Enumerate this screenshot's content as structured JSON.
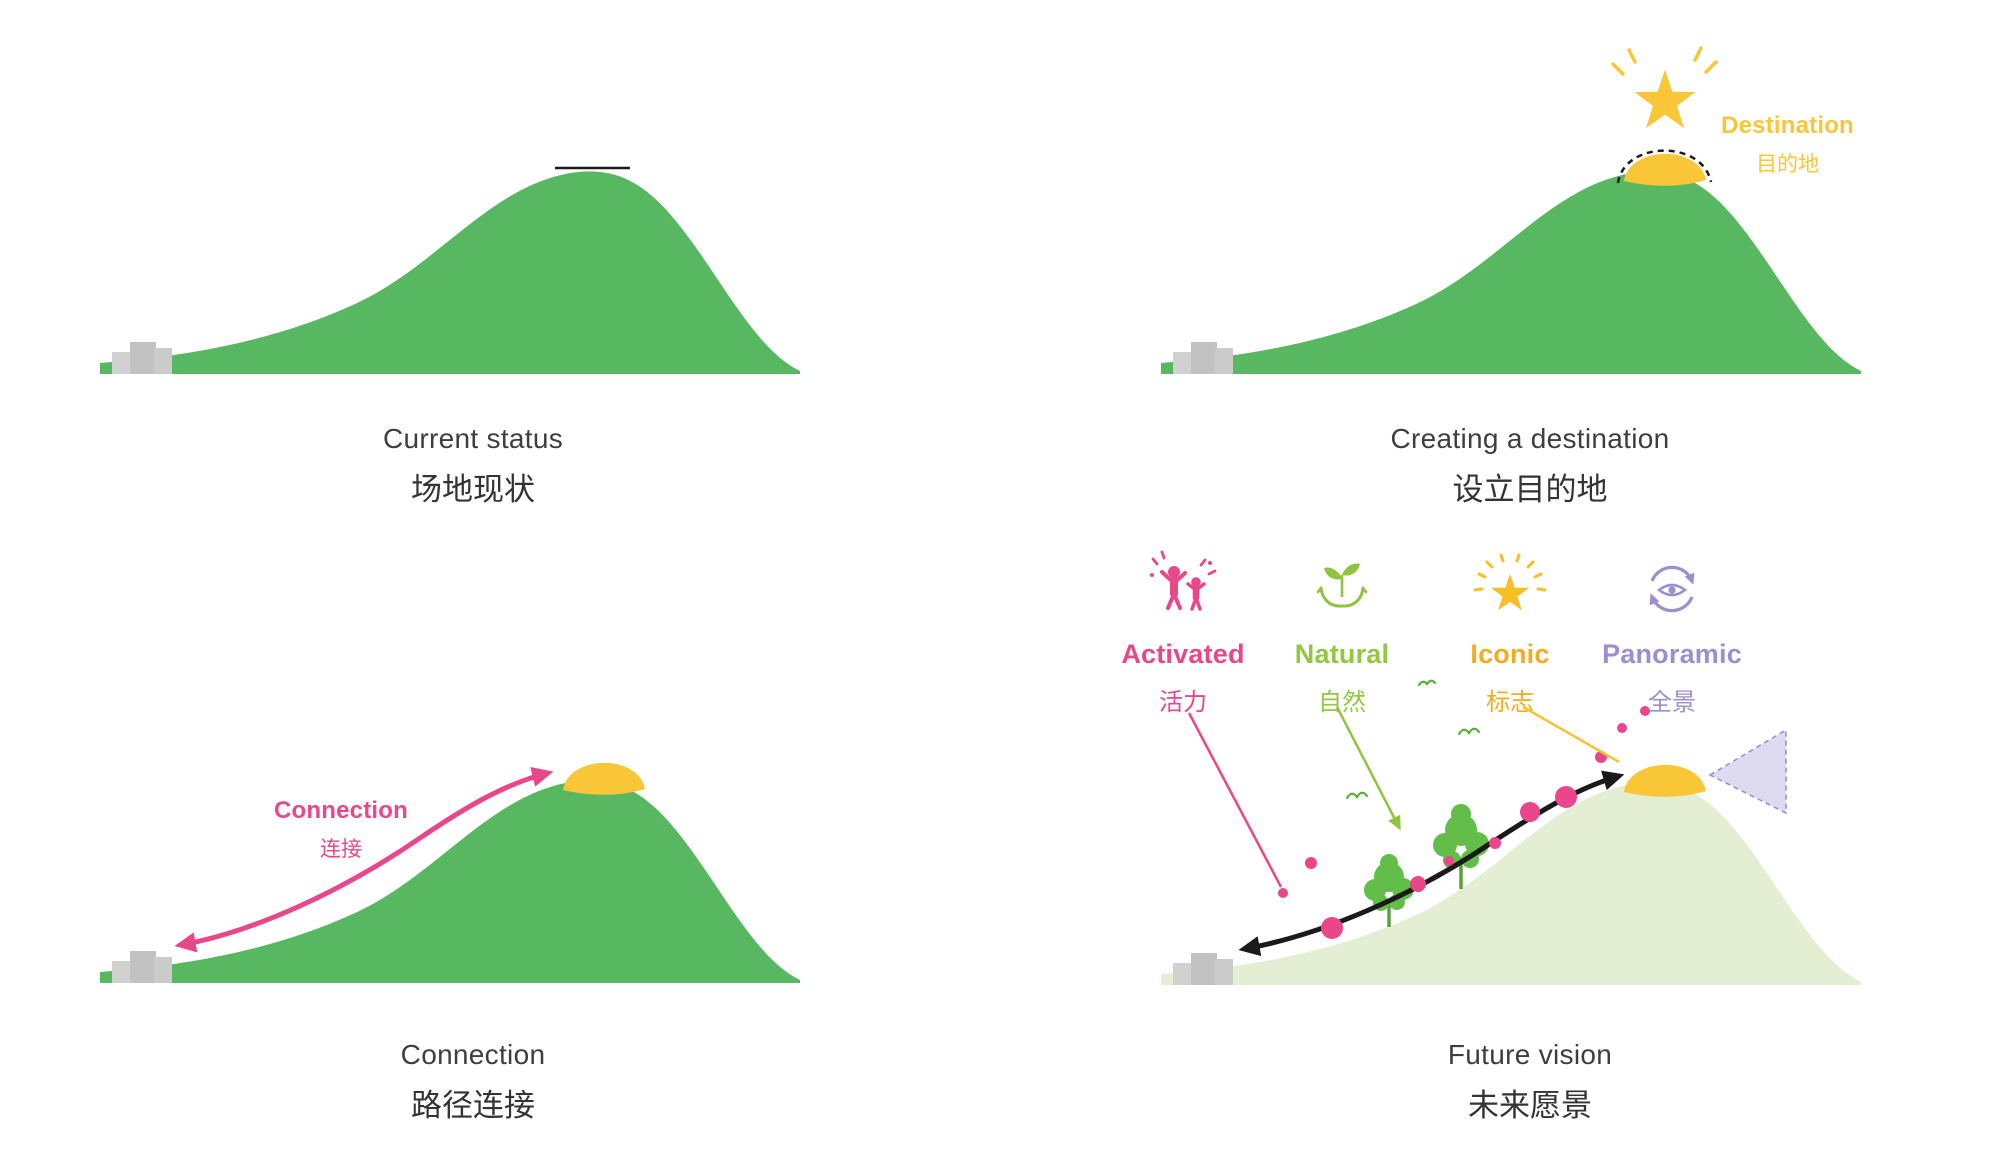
{
  "colors": {
    "hill_green": "#58B761",
    "hill_pale_green": "#E4EED2",
    "accent_yellow": "#F8C636",
    "accent_gold_text": "#F2AC1D",
    "accent_pink": "#E94789",
    "accent_green": "#92C83E",
    "accent_purple": "#9C8ECF",
    "building_gray": "#C7C7C7",
    "path_black": "#1A1A1A",
    "title_text": "#3E3E3E"
  },
  "panels": [
    {
      "id": "current-status",
      "title_en": "Current status",
      "title_zh": "场地现状"
    },
    {
      "id": "creating-destination",
      "title_en": "Creating a destination",
      "title_zh": "设立目的地",
      "callout": {
        "en": "Destination",
        "zh": "目的地"
      }
    },
    {
      "id": "connection",
      "title_en": "Connection",
      "title_zh": "路径连接",
      "callout": {
        "en": "Connection",
        "zh": "连接"
      }
    },
    {
      "id": "future-vision",
      "title_en": "Future vision",
      "title_zh": "未来愿景",
      "features": [
        {
          "en": "Activated",
          "zh": "活力",
          "icon": "people-celebrating-icon"
        },
        {
          "en": "Natural",
          "zh": "自然",
          "icon": "hands-holding-plant-icon"
        },
        {
          "en": "Iconic",
          "zh": "标志",
          "icon": "shining-star-icon"
        },
        {
          "en": "Panoramic",
          "zh": "全景",
          "icon": "panoramic-view-icon"
        }
      ]
    }
  ]
}
